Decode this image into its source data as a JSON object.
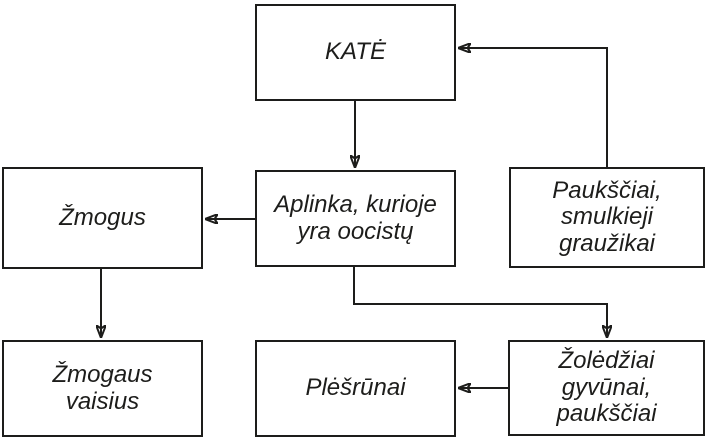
{
  "diagram": {
    "language": "Lithuanian",
    "background_color": "#ffffff",
    "line_color": "#1d1d1b",
    "box_fill_color": "#ffffff",
    "text_color": "#1d1d1b",
    "nodes": {
      "cat": {
        "label": "KATĖ"
      },
      "human": {
        "label": "Žmogus"
      },
      "environment": {
        "label": "Aplinka, kurioje\nyra oocistų"
      },
      "birds_rodents": {
        "label": "Paukščiai,\nsmulkieji\ngraužikai"
      },
      "human_fetus": {
        "label": "Žmogaus\nvaisius"
      },
      "predators": {
        "label": "Plėšrūnai"
      },
      "herbivores": {
        "label": "Žolėdžiai\ngyvūnai,\npaukščiai"
      }
    },
    "edges": [
      {
        "from": "birds_rodents",
        "to": "cat"
      },
      {
        "from": "cat",
        "to": "environment"
      },
      {
        "from": "environment",
        "to": "human"
      },
      {
        "from": "human",
        "to": "human_fetus"
      },
      {
        "from": "environment",
        "to": "herbivores"
      },
      {
        "from": "herbivores",
        "to": "predators"
      }
    ]
  }
}
